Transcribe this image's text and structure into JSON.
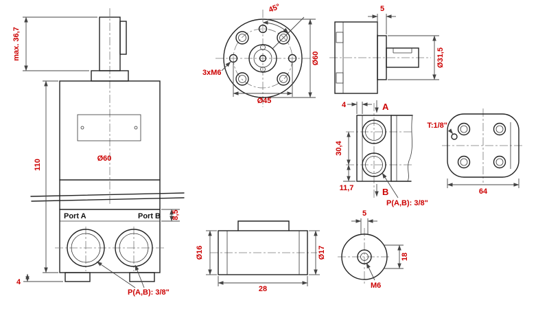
{
  "drawing": {
    "colors": {
      "dimension_text": "#cc0000",
      "lines": "#222222",
      "background": "#ffffff"
    },
    "front_view": {
      "dim_shaft_height": "max. 36,7",
      "dim_body_height": "110",
      "dim_body_diameter": "Ø60",
      "port_a_label": "Port A",
      "port_b_label": "Port B",
      "dim_port_band_height": "8,5",
      "dim_foot_height": "4",
      "ports_thread_note": "P(A,B): 3/8\""
    },
    "flange_face_view": {
      "dim_bolt_angle": "45°",
      "bolt_thread_note": "3xM6",
      "dim_outer_diameter": "Ø60",
      "dim_bolt_circle_diameter": "Ø45"
    },
    "flange_side_view": {
      "dim_flange_thickness": "5",
      "dim_pilot_diameter": "Ø31,5"
    },
    "port_face_view": {
      "dim_face_offset": "4",
      "section_label_a": "A",
      "dim_port_spacing": "30,4",
      "dim_port_to_bottom": "11,7",
      "section_label_b": "B",
      "ports_thread_note": "P(A,B): 3/8\"",
      "drain_thread_note": "T:1/8\"",
      "dim_body_width": "64"
    },
    "coupling_side_view": {
      "dim_diameter_left": "Ø16",
      "dim_diameter_right": "Ø17",
      "dim_length": "28"
    },
    "coupling_face_view": {
      "dim_key_width": "5",
      "dim_height": "18",
      "thread_note": "M6"
    }
  }
}
